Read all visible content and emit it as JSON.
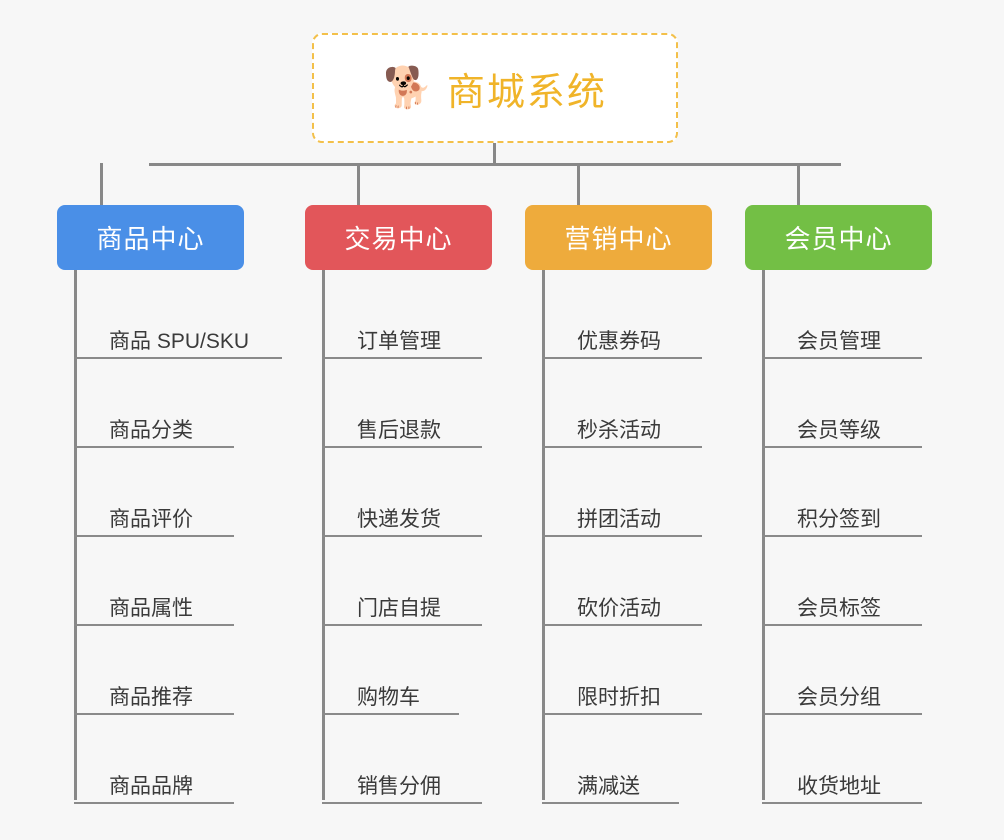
{
  "page": {
    "background_color": "#f7f7f7",
    "line_color": "#888888"
  },
  "root": {
    "icon": "shiba-dog-emoji",
    "emoji": "🐕",
    "title": "商城系统",
    "text_color": "#f0b429",
    "border_color": "#f3c04a",
    "background_color": "#ffffff"
  },
  "categories": [
    {
      "label": "商品中心",
      "color": "#4a8fe7",
      "items": [
        {
          "label": "商品 SPU/SKU",
          "rule_width": 208
        },
        {
          "label": "商品分类",
          "rule_width": 160
        },
        {
          "label": "商品评价",
          "rule_width": 160
        },
        {
          "label": "商品属性",
          "rule_width": 160
        },
        {
          "label": "商品推荐",
          "rule_width": 160
        },
        {
          "label": "商品品牌",
          "rule_width": 160
        }
      ]
    },
    {
      "label": "交易中心",
      "color": "#e2565a",
      "items": [
        {
          "label": "订单管理",
          "rule_width": 160
        },
        {
          "label": "售后退款",
          "rule_width": 160
        },
        {
          "label": "快递发货",
          "rule_width": 160
        },
        {
          "label": "门店自提",
          "rule_width": 160
        },
        {
          "label": "购物车",
          "rule_width": 137
        },
        {
          "label": "销售分佣",
          "rule_width": 160
        }
      ]
    },
    {
      "label": "营销中心",
      "color": "#eeab3c",
      "items": [
        {
          "label": "优惠券码",
          "rule_width": 160
        },
        {
          "label": "秒杀活动",
          "rule_width": 160
        },
        {
          "label": "拼团活动",
          "rule_width": 160
        },
        {
          "label": "砍价活动",
          "rule_width": 160
        },
        {
          "label": "限时折扣",
          "rule_width": 160
        },
        {
          "label": "满减送",
          "rule_width": 137
        }
      ]
    },
    {
      "label": "会员中心",
      "color": "#73bf45",
      "items": [
        {
          "label": "会员管理",
          "rule_width": 160
        },
        {
          "label": "会员等级",
          "rule_width": 160
        },
        {
          "label": "积分签到",
          "rule_width": 160
        },
        {
          "label": "会员标签",
          "rule_width": 160
        },
        {
          "label": "会员分组",
          "rule_width": 160
        },
        {
          "label": "收货地址",
          "rule_width": 160
        }
      ]
    }
  ]
}
